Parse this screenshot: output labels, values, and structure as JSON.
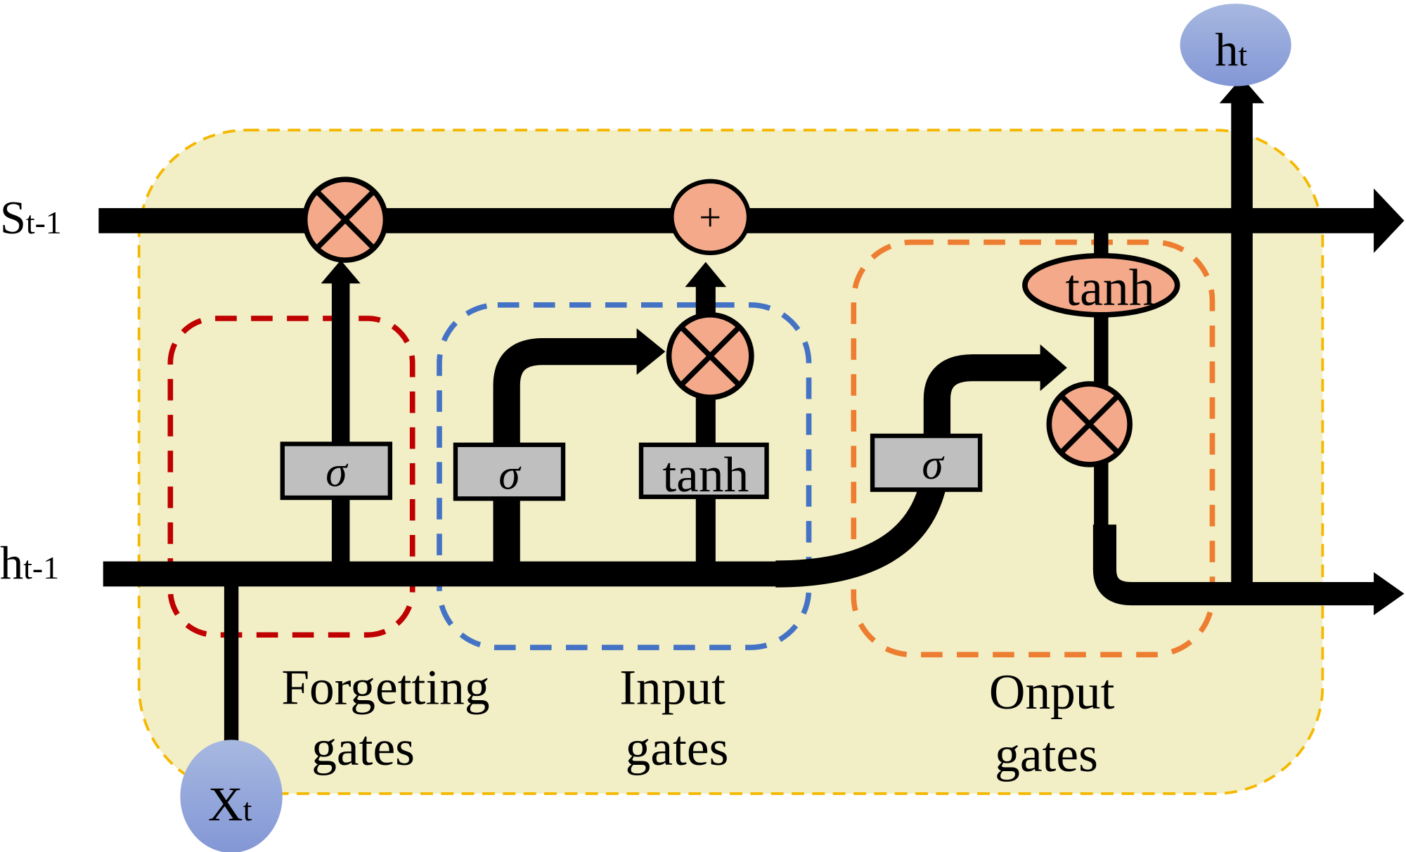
{
  "labels": {
    "cell_state_in": "S",
    "cell_state_in_sub": "t-1",
    "hidden_in": "h",
    "hidden_in_sub": "t-1",
    "hidden_out": "h",
    "hidden_out_sub": "t",
    "input": "X",
    "input_sub": "t"
  },
  "ops": {
    "sigma": "σ",
    "tanh": "tanh",
    "plus": "+"
  },
  "gates": {
    "forget": [
      "Forgetting",
      "gates"
    ],
    "input": [
      "Input",
      "gates"
    ],
    "output": [
      "Onput",
      "gates"
    ]
  },
  "colors": {
    "cell_fill": "#f2efc6",
    "cell_border": "#f5b800",
    "forget_border": "#c00000",
    "input_border": "#4472c4",
    "output_border": "#ed7d31",
    "op_fill": "#f4a98a",
    "box_fill": "#bfbfbf",
    "node_fill": "#8fa6d9"
  }
}
